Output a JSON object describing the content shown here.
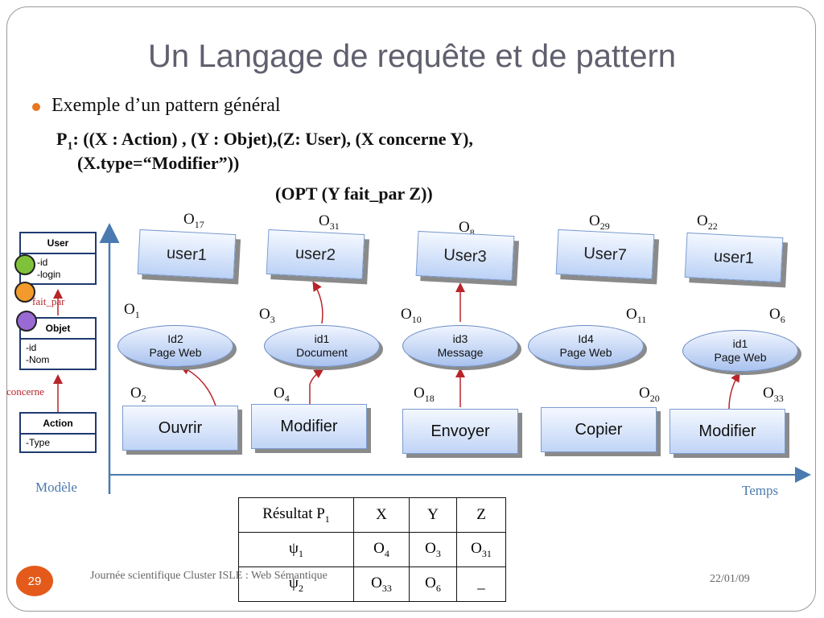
{
  "slide": {
    "title": "Un Langage de requête et de pattern",
    "bullet": "Exemple d’un pattern général",
    "pattern_line1_prefix": "P",
    "pattern_line1_sub": "1",
    "pattern_line1_rest": ": ((X : Action) , (Y : Objet),(Z: User), (X concerne Y),",
    "pattern_line2": "(X.type=“Modifier”))",
    "pattern_line3": "(OPT (Y fait_par Z))"
  },
  "model": {
    "label": "Modèle",
    "user_class": {
      "name": "User",
      "attrs": [
        "-id",
        "-login"
      ]
    },
    "objet_class": {
      "name": "Objet",
      "attrs": [
        "-id",
        "-Nom"
      ]
    },
    "action_class": {
      "name": "Action",
      "attrs": [
        "-Type"
      ]
    },
    "relation_fait_par": "fait_par",
    "relation_concerne": "concerne"
  },
  "time_axis_label": "Temps",
  "users": [
    {
      "obj": "O",
      "sub": "17",
      "label": "user1"
    },
    {
      "obj": "O",
      "sub": "31",
      "label": "user2"
    },
    {
      "obj": "O",
      "sub": "8",
      "label": "User3"
    },
    {
      "obj": "O",
      "sub": "29",
      "label": "User7"
    },
    {
      "obj": "O",
      "sub": "22",
      "label": "user1"
    }
  ],
  "objects": [
    {
      "obj": "O",
      "sub": "1",
      "line1": "Id2",
      "line2": "Page Web"
    },
    {
      "obj": "O",
      "sub": "3",
      "line1": "id1",
      "line2": "Document"
    },
    {
      "obj": "O",
      "sub": "10",
      "line1": "id3",
      "line2": "Message"
    },
    {
      "obj": "O",
      "sub": "11",
      "line1": "Id4",
      "line2": "Page Web"
    },
    {
      "obj": "O",
      "sub": "6",
      "line1": "id1",
      "line2": "Page Web"
    }
  ],
  "actions": [
    {
      "obj": "O",
      "sub": "2",
      "label": "Ouvrir"
    },
    {
      "obj": "O",
      "sub": "4",
      "label": "Modifier"
    },
    {
      "obj": "O",
      "sub": "18",
      "label": "Envoyer"
    },
    {
      "obj": "O",
      "sub": "20",
      "label": "Copier"
    },
    {
      "obj": "O",
      "sub": "33",
      "label": "Modifier"
    }
  ],
  "result_table": {
    "header_prefix": "Résultat P",
    "header_sub": "1",
    "columns": [
      "X",
      "Y",
      "Z"
    ],
    "rows": [
      {
        "name": "ψ",
        "name_sub": "1",
        "cells": [
          {
            "v": "O",
            "s": "4"
          },
          {
            "v": "O",
            "s": "3"
          },
          {
            "v": "O",
            "s": "31"
          }
        ]
      },
      {
        "name": "ψ",
        "name_sub": "2",
        "cells": [
          {
            "v": "O",
            "s": "33"
          },
          {
            "v": "O",
            "s": "6"
          },
          {
            "v": "_",
            "s": ""
          }
        ]
      }
    ]
  },
  "footer": {
    "page_number": "29",
    "event": "Journée scientifique Cluster ISLE : Web Sémantique",
    "date": "22/01/09"
  },
  "colors": {
    "title": "#5f5f6e",
    "bullet": "#e87722",
    "axis": "#4a7ab0",
    "arrow_red": "#b8252a",
    "badge": "#e35a1a"
  }
}
